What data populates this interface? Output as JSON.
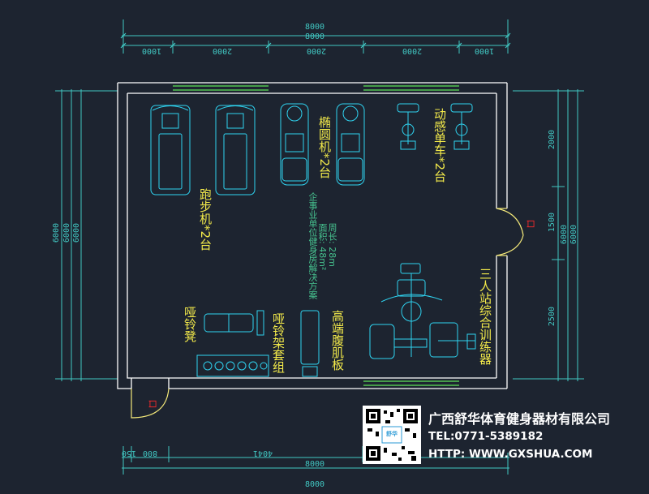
{
  "dimensions": {
    "top_total": "8000",
    "top_segments": [
      "1000",
      "2000",
      "2000",
      "2000",
      "1000"
    ],
    "bottom_total": "8000",
    "bottom_segments": [
      "150",
      "800",
      "4041"
    ],
    "left": [
      "6000",
      "6000",
      "6000"
    ],
    "right_segments": [
      "2000",
      "1500",
      "2500"
    ],
    "right_totals": [
      "6000",
      "6000"
    ]
  },
  "equipment": {
    "treadmill": "跑步机*2台",
    "elliptical": "椭圆机*2台",
    "bike": "动感单车*2台",
    "dumbbell_bench": "哑铃凳",
    "dumbbell_rack": "哑铃架套组",
    "situp_board": "高端腹肌板",
    "multi_trainer": "三人站综合训练器"
  },
  "plan_note": {
    "title": "企事业单位健身房解决方案",
    "area": "面积: 48m²",
    "perimeter": "周长: 28m"
  },
  "door_mark": "口",
  "company": {
    "name": "广西舒华体育健身器材有限公司",
    "tel": "TEL:0771-5389182",
    "url": "HTTP: WWW.GXSHUA.COM",
    "qr_label": "舒华"
  },
  "colors": {
    "background": "#1d2430",
    "wall": "#ffffff",
    "equipment": "#2fd3f0",
    "dimension": "#41c7c2",
    "window": "#5fe35a",
    "label": "#f3ea4a",
    "door": "#f4e97a",
    "door_mark": "#ff2a2a"
  }
}
